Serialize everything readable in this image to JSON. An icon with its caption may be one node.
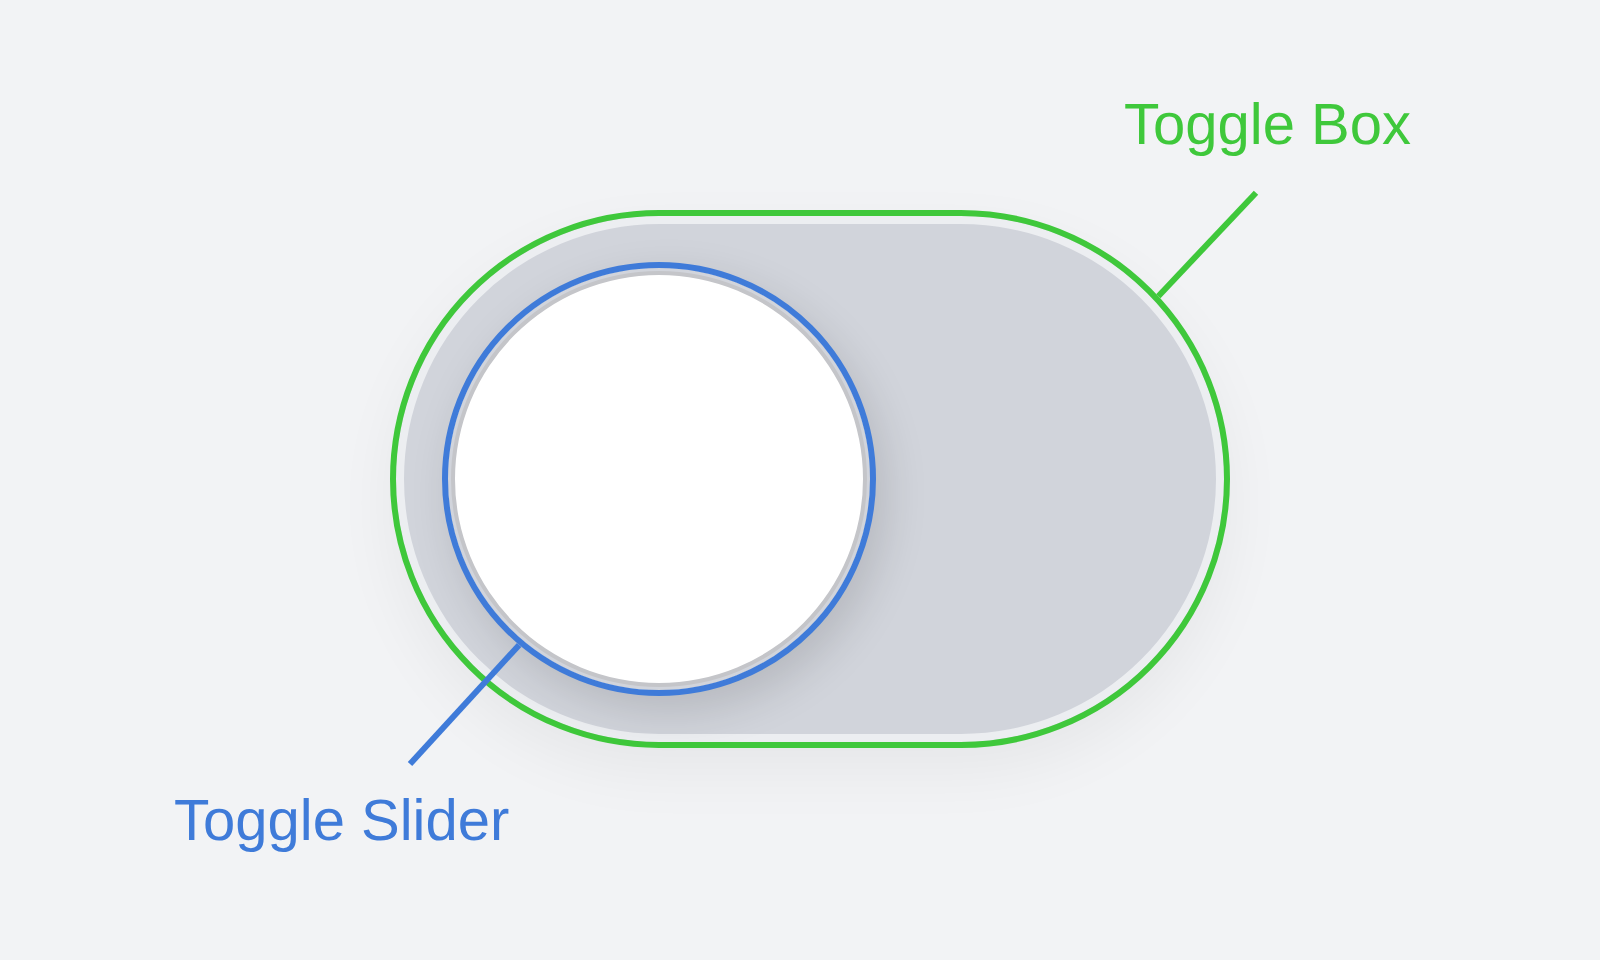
{
  "diagram": {
    "nodes": [
      {
        "text": [
          "Toggle Box"
        ]
      },
      {
        "text": [],
        "shape": "box"
      },
      {
        "text": [],
        "shape": "circle",
        "in": 1
      },
      {
        "text": [
          "Toggle Slider"
        ]
      }
    ],
    "edges": [
      {
        "from": 0,
        "to": 1,
        "arrow": "none",
        "color": "#3fc83b"
      },
      {
        "from": 3,
        "to": 2,
        "arrow": "none",
        "color": "#3f7bd9"
      }
    ]
  }
}
